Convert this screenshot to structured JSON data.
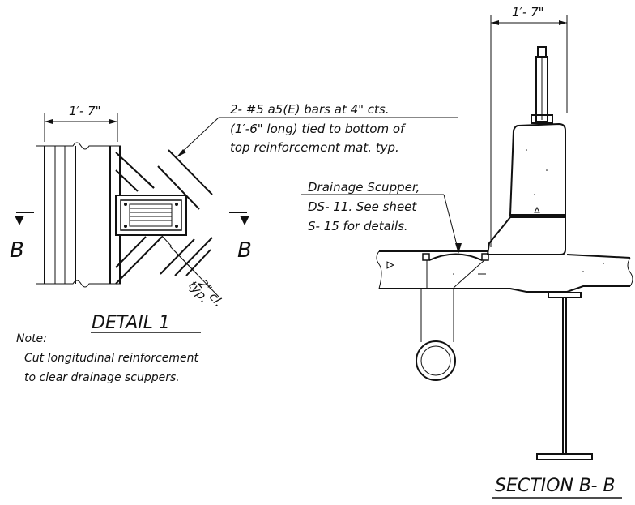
{
  "detail": {
    "dimension": "1′- 7\"",
    "section_mark_left": "B",
    "section_mark_right": "B",
    "clear_dim": "2\" cl.",
    "clear_dim_note": "typ.",
    "title": "DETAIL 1",
    "bars_note": [
      "2- #5 a5(E) bars at 4\" cts.",
      "(1′-6\" long) tied to bottom of",
      "top reinforcement mat. typ."
    ],
    "note_heading": "Note:",
    "note_lines": [
      "Cut longitudinal reinforcement",
      "to clear drainage scuppers."
    ]
  },
  "section": {
    "dimension": "1′- 7\"",
    "scupper_note": [
      "Drainage Scupper,",
      "DS- 11. See sheet",
      "S- 15 for details."
    ],
    "title": "SECTION B- B"
  }
}
